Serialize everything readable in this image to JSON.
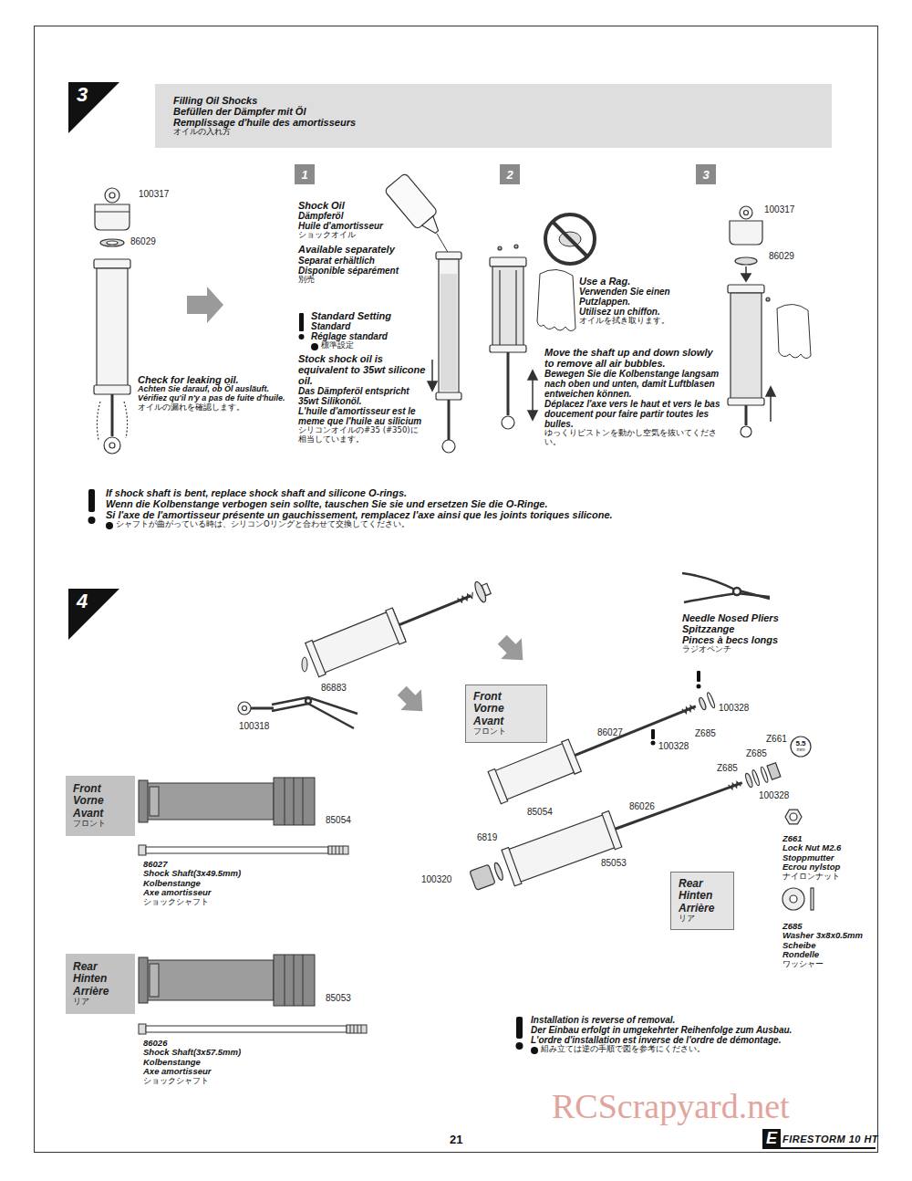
{
  "diagram": {
    "nodes": [
      {
        "text": [
          "3"
        ]
      },
      {
        "text": [
          "Filling Oil Shocks",
          "Befüllen der Dämpfer mit Öl",
          "Remplissage d'huile des amortisseurs",
          "オイルの入れ方"
        ]
      },
      {
        "text": [
          "1"
        ]
      },
      {
        "text": [
          "2"
        ]
      },
      {
        "text": [
          "3"
        ]
      },
      {
        "text": [
          "4"
        ]
      },
      {
        "text": [
          "Front",
          "Vorne",
          "Avant",
          "フロント"
        ]
      },
      {
        "text": [
          "5.5",
          "mm"
        ]
      },
      {
        "text": [
          "Front",
          "Vorne",
          "Avant",
          "フロント"
        ]
      },
      {
        "text": [
          "Rear",
          "Hinten",
          "Arrière",
          "リア"
        ]
      },
      {
        "text": [
          "Rear",
          "Hinten",
          "Arrière",
          "リア"
        ]
      }
    ],
    "labels": [
      "100317",
      "86029",
      "Check for leaking oil.",
      "Achten Sie darauf, ob Öl ausläuft.",
      "Vérifiez qu'il n'y a pas de fuite d'huile.",
      "オイルの漏れを確認します。",
      "Shock Oil",
      "Dämpferöl",
      "Huile d'amortisseur",
      "ショックオイル",
      "Available separately",
      "Separat erhältlich",
      "Disponible séparément",
      "別売",
      "Standard Setting",
      "Standard",
      "Réglage standard",
      "標準設定",
      "Stock shock oil is equivalent to 35wt silicone oil.",
      "Das Dämpferöl entspricht 35wt Silikonöl.",
      "L'huile d'amortisseur est le meme que l'huile au silicium",
      "シリコンオイルの#35 (#350)に相当しています。",
      "Use a Rag.",
      "Verwenden Sie einen Putzlappen.",
      "Utilisez un chiffon.",
      "オイルを拭き取ります。",
      "Move the shaft up and down slowly to remove all air bubbles.",
      "Bewegen Sie die Kolbenstange langsam nach oben und unten, damit Luftblasen entweichen können.",
      "Déplacez l'axe vers le haut et vers le bas doucement pour faire partir toutes les bulles.",
      "ゆっくりピストンを動かし空気を抜いてください。",
      "100317",
      "86029",
      "If shock shaft is bent, replace shock shaft and silicone O-rings.",
      "Wenn die Kolbenstange verbogen sein sollte, tauschen Sie sie und ersetzen Sie die O-Ringe.",
      "Si l'axe de l'amortisseur présente un gauchissement, remplacez l'axe ainsi que les joints toriques silicone.",
      "シャフトが曲がっている時は、シリコンOリングと合わせて交換してください。",
      "86883",
      "100318",
      "Needle Nosed Pliers",
      "Spitzzange",
      "Pinces à becs longs",
      "ラジオペンチ",
      "100328",
      "Z685",
      "86027",
      "100328",
      "Z661",
      "Z685",
      "Z685",
      "100328",
      "86026",
      "85054",
      "6819",
      "85053",
      "100320",
      "Z661",
      "Lock Nut M2.6",
      "Stoppmutter",
      "Ecrou nylstop",
      "ナイロンナット",
      "Z685",
      "Washer 3x8x0.5mm",
      "Scheibe",
      "Rondelle",
      "ワッシャー",
      "85054",
      "86027",
      "Shock Shaft(3x49.5mm)",
      "Kolbenstange",
      "Axe amortisseur",
      "ショックシャフト",
      "85053",
      "86026",
      "Shock Shaft(3x57.5mm)",
      "Kolbenstange",
      "Axe amortisseur",
      "ショックシャフト",
      "Installation is reverse of removal.",
      "Der Einbau erfolgt in umgekehrter Reihenfolge zum Ausbau.",
      "L'ordre d'installation est inverse de l'ordre de démontage.",
      "組み立ては逆の手順で図を参考にください。",
      "21",
      "E",
      "FIRESTORM 10 HT",
      "RCScrapyard.net"
    ]
  }
}
